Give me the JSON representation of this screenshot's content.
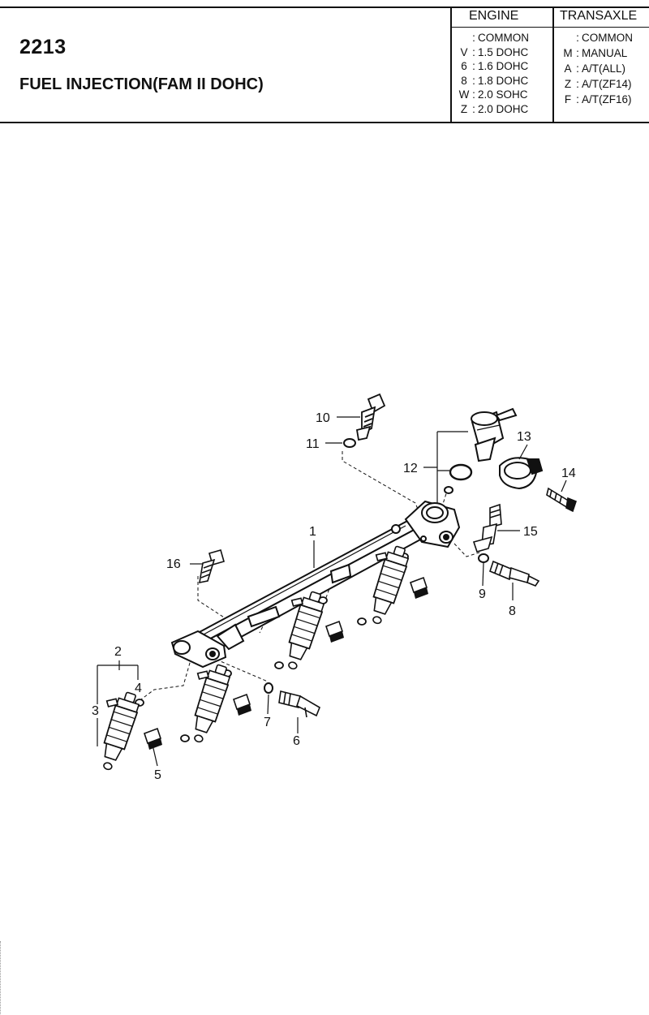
{
  "header": {
    "code": "2213",
    "title": "FUEL INJECTION(FAM II DOHC)"
  },
  "engine": {
    "heading": "ENGINE",
    "rows": [
      {
        "key": "",
        "sep": ":",
        "value": "COMMON"
      },
      {
        "key": "V",
        "sep": ":",
        "value": "1.5 DOHC"
      },
      {
        "key": "6",
        "sep": ":",
        "value": "1.6 DOHC"
      },
      {
        "key": "8",
        "sep": ":",
        "value": "1.8 DOHC"
      },
      {
        "key": "W",
        "sep": ":",
        "value": "2.0 SOHC"
      },
      {
        "key": "Z",
        "sep": ":",
        "value": "2.0 DOHC"
      }
    ]
  },
  "transaxle": {
    "heading": "TRANSAXLE",
    "rows": [
      {
        "key": "",
        "sep": ":",
        "value": "COMMON"
      },
      {
        "key": "M",
        "sep": ":",
        "value": "MANUAL"
      },
      {
        "key": "A",
        "sep": ":",
        "value": "A/T(ALL)"
      },
      {
        "key": "Z",
        "sep": ":",
        "value": "A/T(ZF14)"
      },
      {
        "key": "F",
        "sep": ":",
        "value": "A/T(ZF16)"
      }
    ]
  },
  "callouts": {
    "c1": "1",
    "c2": "2",
    "c3": "3",
    "c4": "4",
    "c5": "5",
    "c6": "6",
    "c7": "7",
    "c8": "8",
    "c9": "9",
    "c10": "10",
    "c11": "11",
    "c12": "12",
    "c13": "13",
    "c14": "14",
    "c15": "15",
    "c16": "16"
  }
}
